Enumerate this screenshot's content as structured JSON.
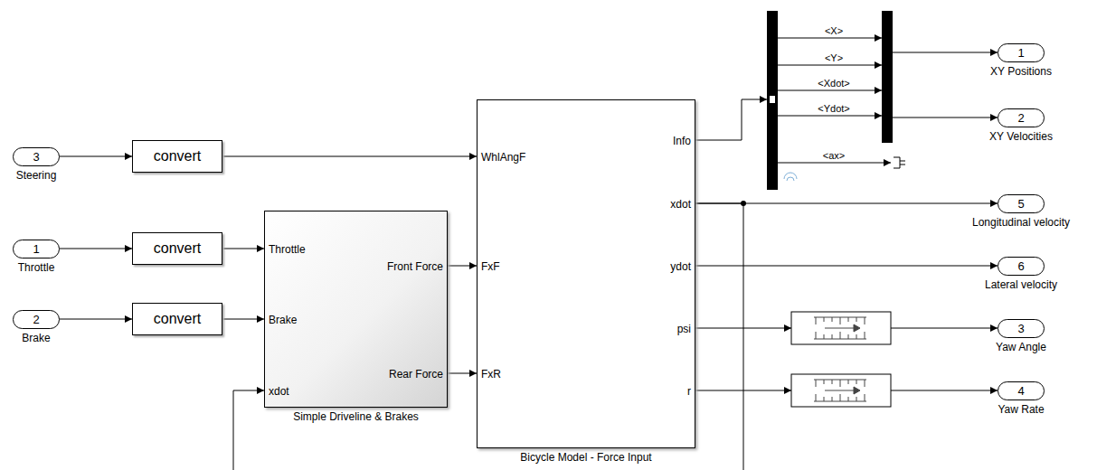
{
  "diagram": {
    "nodes": [
      {
        "text": [
          "3",
          "Steering"
        ]
      },
      {
        "text": [
          "convert"
        ]
      },
      {
        "text": [
          "1",
          "Throttle"
        ]
      },
      {
        "text": [
          "convert"
        ]
      },
      {
        "text": [
          "2",
          "Brake"
        ]
      },
      {
        "text": [
          "convert"
        ]
      },
      {
        "text": [
          "Throttle",
          "Brake",
          "xdot",
          "Front Force",
          "Rear Force",
          "Simple Driveline & Brakes"
        ]
      },
      {
        "text": [
          "WhlAngF",
          "FxF",
          "FxR",
          "Info",
          "xdot",
          "ydot",
          "psi",
          "r",
          "Bicycle Model - Force Input"
        ]
      },
      {
        "text": [
          "1",
          "XY Positions"
        ]
      },
      {
        "text": [
          "2",
          "XY Velocities"
        ]
      },
      {
        "text": [
          "5",
          "Longitudinal velocity"
        ]
      },
      {
        "text": [
          "6",
          "Lateral velocity"
        ]
      },
      {
        "text": [
          "3",
          "Yaw Angle"
        ]
      },
      {
        "text": [
          "4",
          "Yaw Rate"
        ]
      }
    ],
    "edges": [
      {
        "from": 0,
        "to": 1,
        "arrow": "to"
      },
      {
        "from": 1,
        "to": 7,
        "arrow": "to"
      },
      {
        "from": 2,
        "to": 3,
        "arrow": "to"
      },
      {
        "from": 3,
        "to": 6,
        "arrow": "to"
      },
      {
        "from": 4,
        "to": 5,
        "arrow": "to"
      },
      {
        "from": 5,
        "to": 6,
        "arrow": "to"
      },
      {
        "from": 6,
        "to": 7,
        "arrow": "to"
      },
      {
        "from": 6,
        "to": 7,
        "arrow": "to"
      },
      {
        "from": 7,
        "to": 10,
        "arrow": "to"
      },
      {
        "from": 7,
        "to": 6,
        "arrow": "to"
      },
      {
        "from": 7,
        "to": 11,
        "arrow": "to"
      }
    ],
    "labels": [
      "<X>",
      "<Y>",
      "<Xdot>",
      "<Ydot>",
      "<ax>"
    ]
  }
}
